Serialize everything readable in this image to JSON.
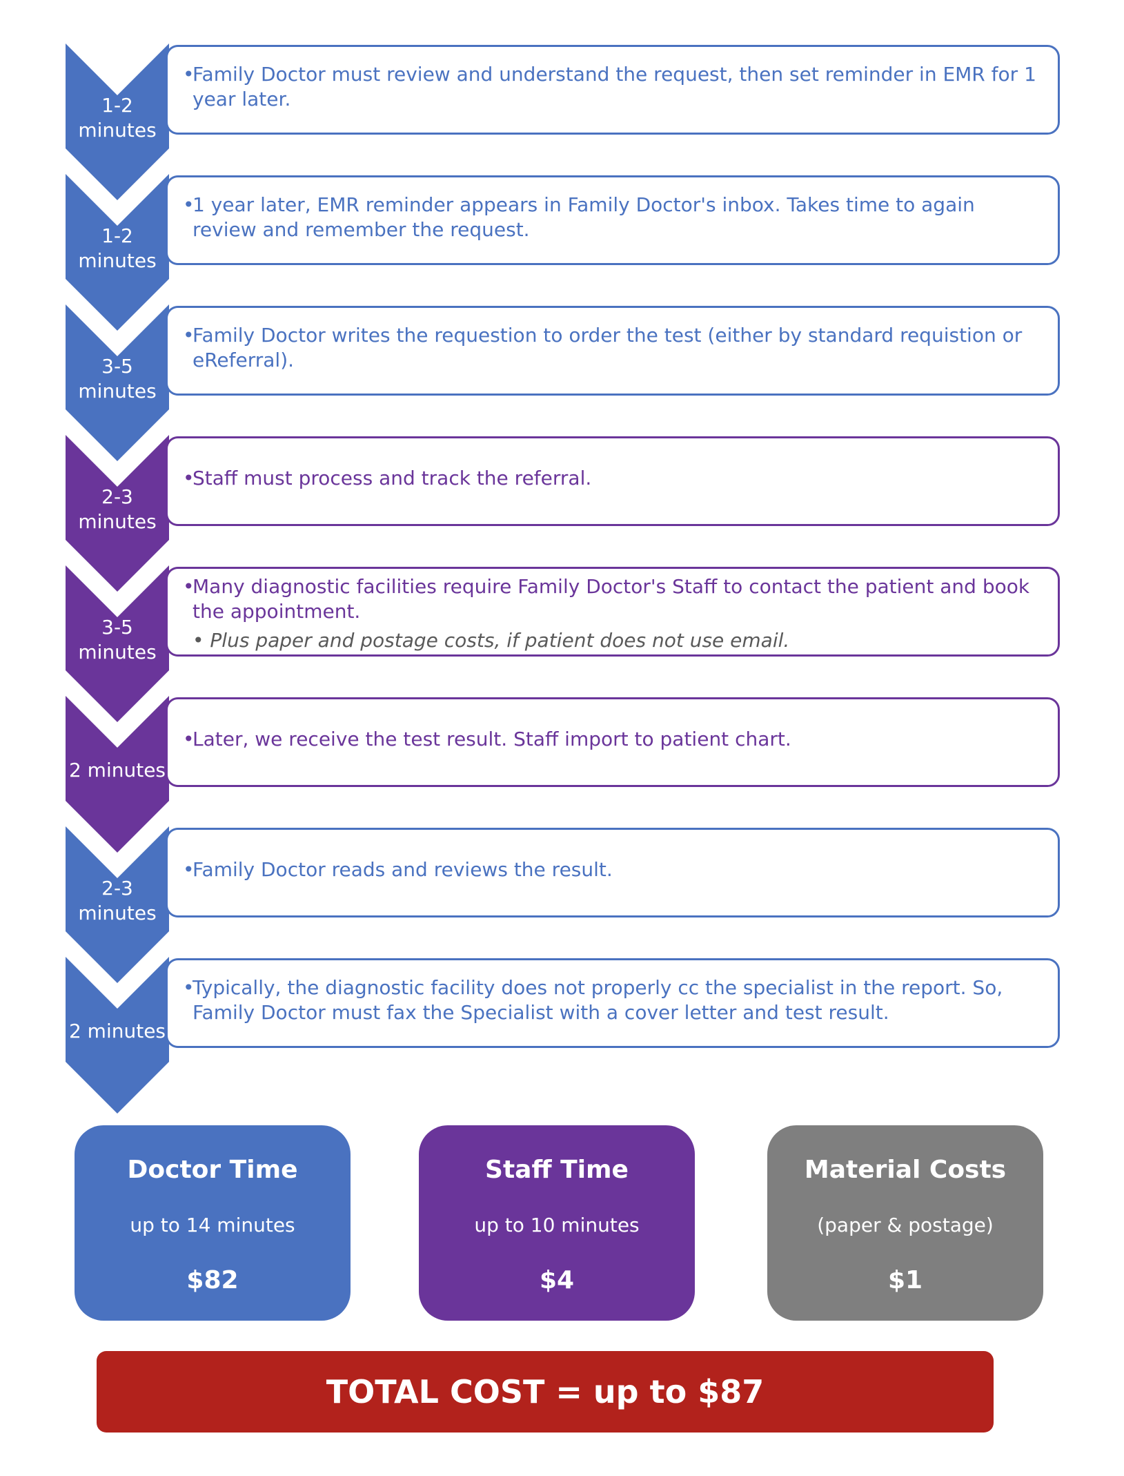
{
  "steps": [
    {
      "time": "1-2\nminutes",
      "color": "#4a72c0",
      "text": "Family Doctor must review and understand the request, then set reminder in EMR for 1 year later."
    },
    {
      "time": "1-2\nminutes",
      "color": "#4a72c0",
      "text": "1 year later, EMR reminder appears in Family Doctor's inbox. Takes time to again review and remember the request."
    },
    {
      "time": "3-5\nminutes",
      "color": "#4a72c0",
      "text": "Family Doctor writes the requestion to order the test (either by standard requistion or eReferral)."
    },
    {
      "time": "2-3\nminutes",
      "color": "#6a359a",
      "text": "Staff must process and track the referral."
    },
    {
      "time": "3-5\nminutes",
      "color": "#6a359a",
      "text": "Many diagnostic facilities require Family Doctor's Staff to contact the patient and book the appointment.",
      "subtext": "• Plus paper and postage costs, if patient does not use email."
    },
    {
      "time": "2 minutes",
      "color": "#6a359a",
      "text": "Later, we receive the test result. Staff import to patient chart."
    },
    {
      "time": "2-3\nminutes",
      "color": "#4a72c0",
      "text": "Family Doctor reads and reviews the result."
    },
    {
      "time": "2 minutes",
      "color": "#4a72c0",
      "text": "Typically, the diagnostic facility does not properly cc the specialist in the report. So, Family Doctor must fax the Specialist with a cover letter and test result."
    }
  ],
  "bullet_symbol": "•",
  "summary": [
    {
      "title": "Doctor Time",
      "subtitle": "up to 14 minutes",
      "cost": "$82",
      "color": "#4a72c0"
    },
    {
      "title": "Staff Time",
      "subtitle": "up to 10 minutes",
      "cost": "$4",
      "color": "#6a359a"
    },
    {
      "title": "Material Costs",
      "subtitle": "(paper & postage)",
      "cost": "$1",
      "color": "#7f7f7f"
    }
  ],
  "total": {
    "label": "TOTAL COST = up to $87",
    "color": "#b2221c"
  }
}
